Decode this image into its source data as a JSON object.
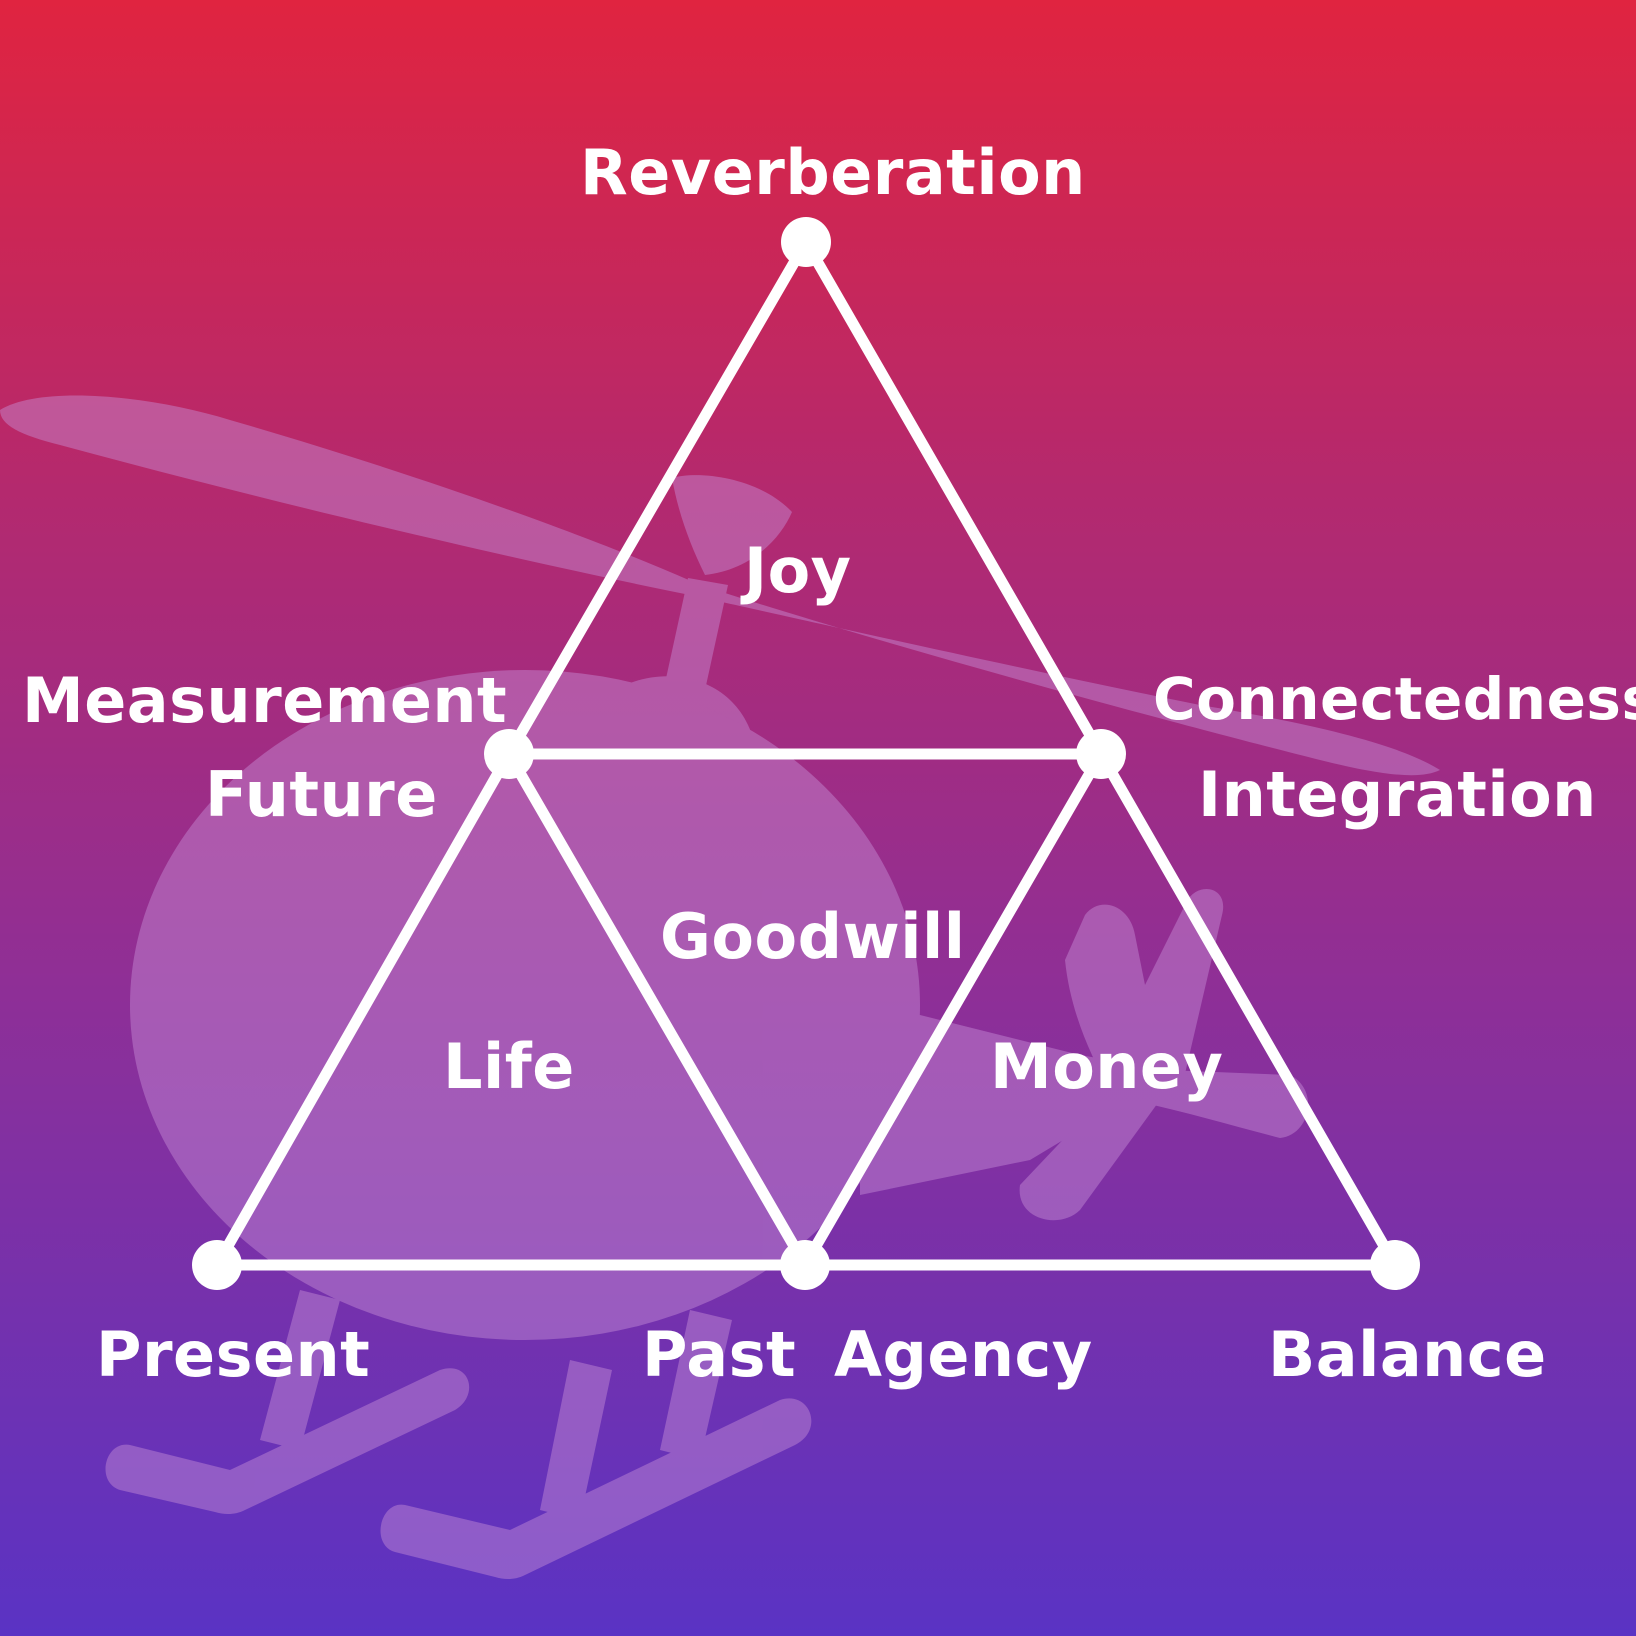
{
  "colors": {
    "gradient_top": "#e02440",
    "gradient_mid": "#8f2f96",
    "gradient_bottom": "#5a33c4",
    "line": "#ffffff",
    "silhouette": "#c890d8"
  },
  "background_icon": "helicopter-silhouette",
  "diagram": {
    "vertices": {
      "top": "Reverberation",
      "mid_left": {
        "line1": "Measurement",
        "line2": "Future"
      },
      "mid_right": {
        "line1": "Connectedness",
        "line2": "Integration"
      },
      "bottom_left": "Present",
      "bottom_center_left": "Past",
      "bottom_center_right": "Agency",
      "bottom_right": "Balance"
    },
    "regions": {
      "top": "Joy",
      "center": "Goodwill",
      "left": "Life",
      "right": "Money"
    }
  }
}
